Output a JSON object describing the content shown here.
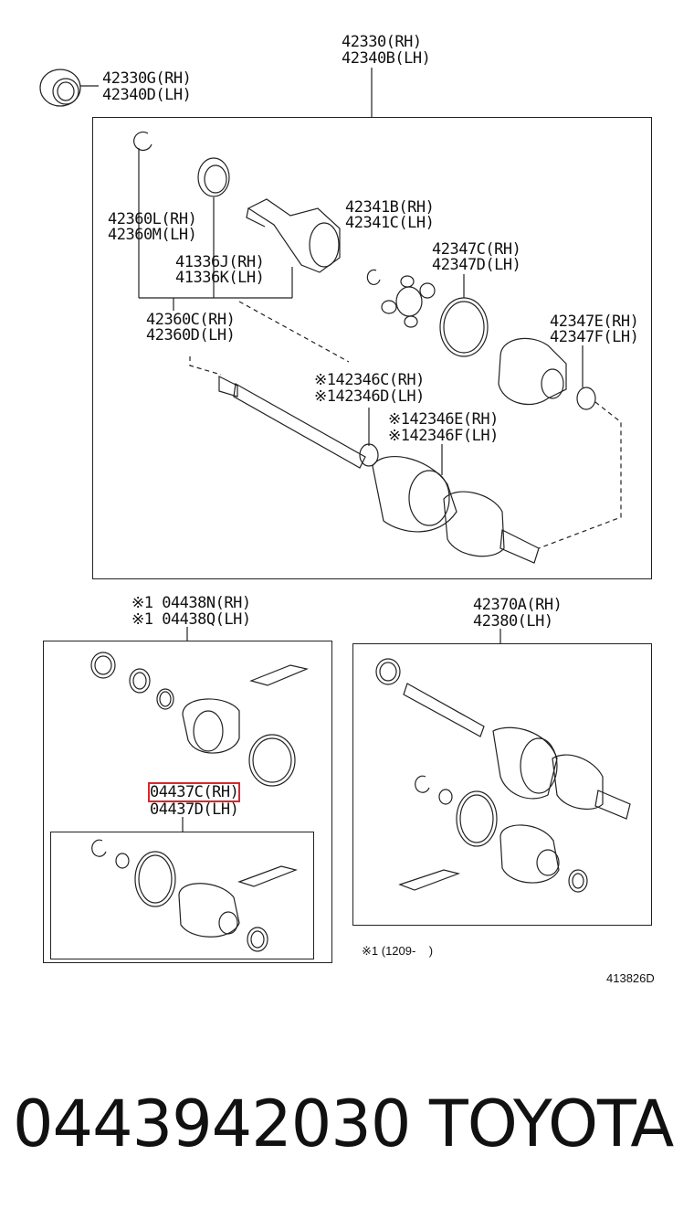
{
  "labels": {
    "top_assembly": [
      "42330(RH)",
      "42340B(LH)"
    ],
    "bearing": [
      "42330G(RH)",
      "42340D(LH)"
    ],
    "snap_ring": [
      "42360L(RH)",
      "42360M(LH)"
    ],
    "seal": [
      "41336J(RH)",
      "41336K(LH)"
    ],
    "shaft": [
      "42360C(RH)",
      "42360D(LH)"
    ],
    "snap_ring_2": [
      "42341B(RH)",
      "42341C(LH)"
    ],
    "boot_clamp": [
      "42347C(RH)",
      "42347D(LH)"
    ],
    "boot_clamp_2": [
      "42347E(RH)",
      "42347F(LH)"
    ],
    "boot": [
      "※142346C(RH)",
      "※142346D(LH)"
    ],
    "boot_2": [
      "※142346E(RH)",
      "※142346F(LH)"
    ],
    "kit_outer": [
      "※1 04438N(RH)",
      "※1 04438Q(LH)"
    ],
    "kit_inner_rh": "04437C(RH)",
    "kit_inner_lh": "04437D(LH)",
    "assembly_right": [
      "42370A(RH)",
      "42380(LH)"
    ]
  },
  "footnote": "※1 (1209-    )",
  "diagram_id": "413826D",
  "part_number": "0443942030",
  "brand": "TOYOTA",
  "colors": {
    "highlight": "#d9262c",
    "line": "#222222"
  }
}
